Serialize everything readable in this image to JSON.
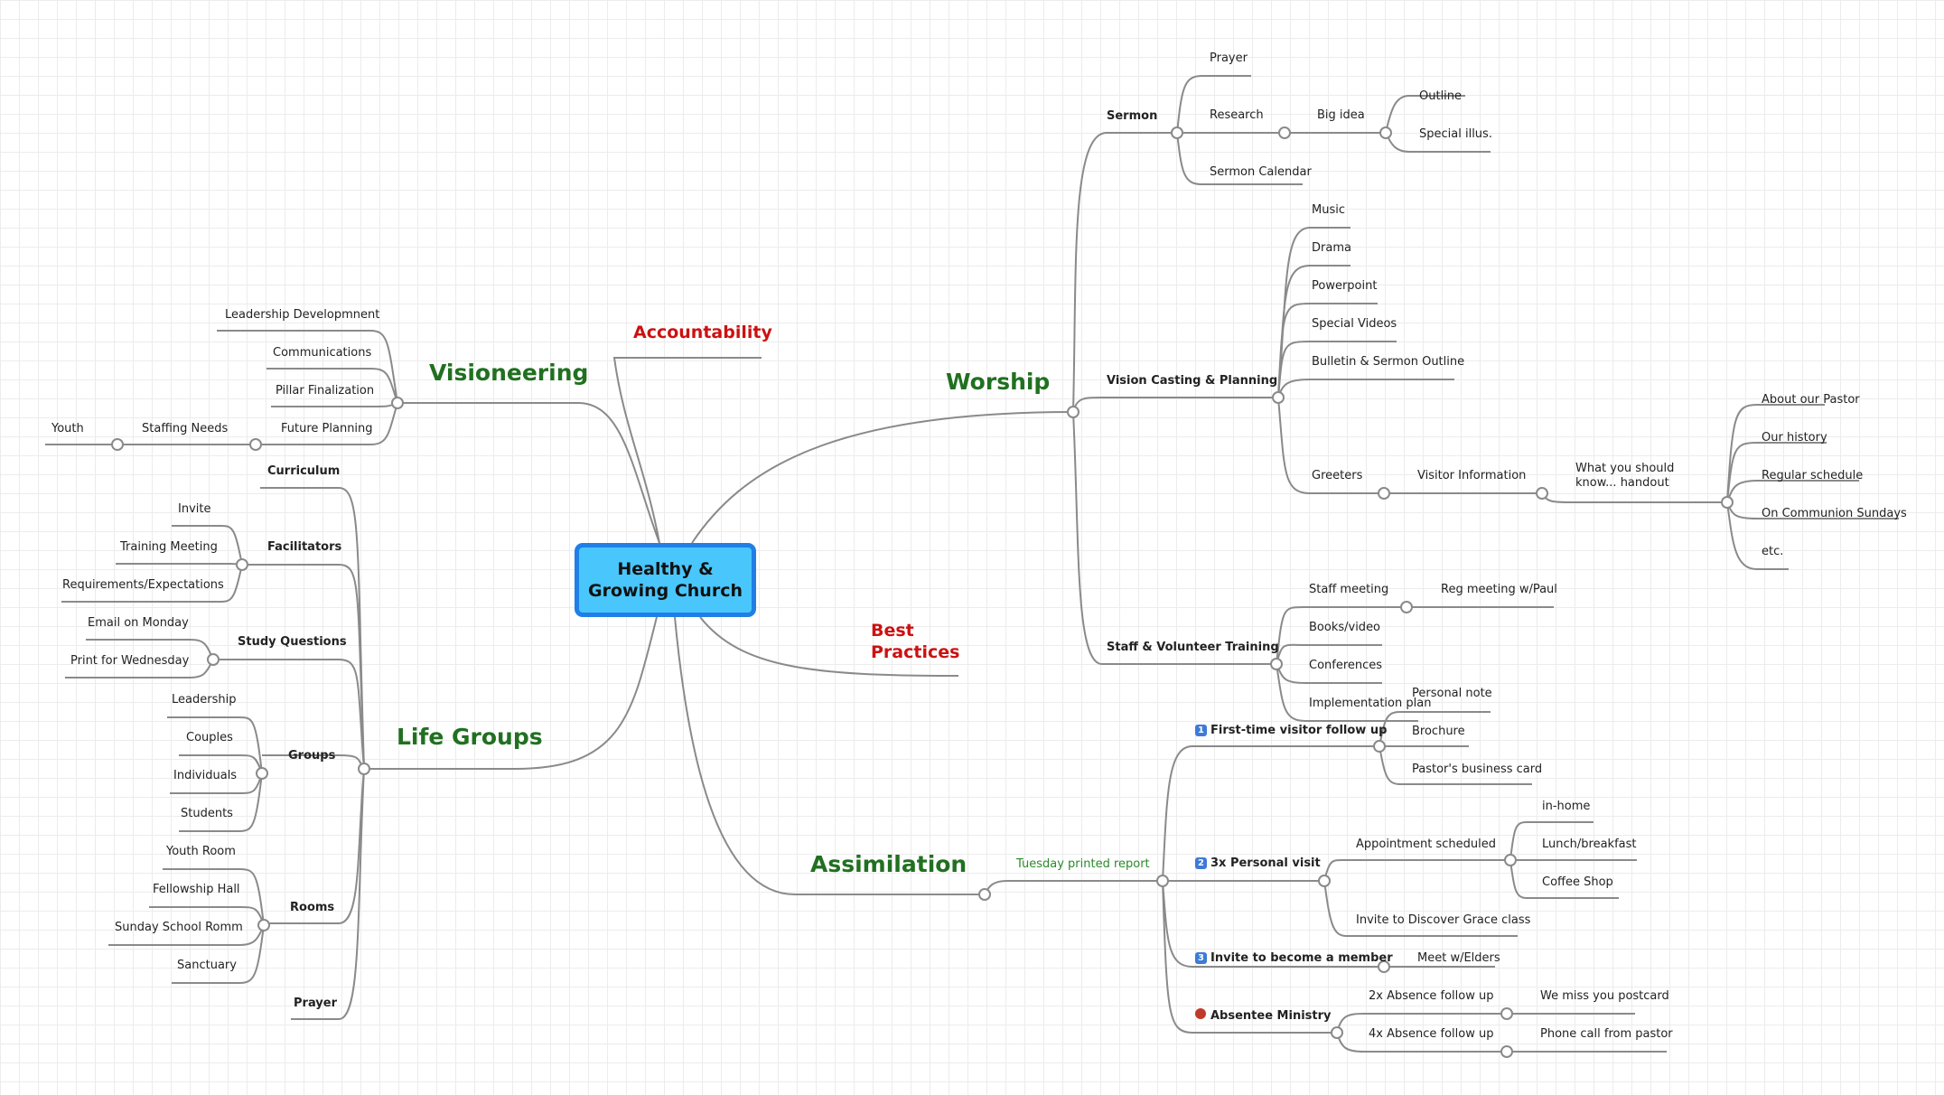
{
  "center": "Healthy & Growing Church",
  "branches": {
    "worship": "Worship",
    "accountability": "Accountability",
    "visioneering": "Visioneering",
    "life_groups": "Life Groups",
    "best_practices": "Best Practices",
    "assimilation": "Assimilation"
  },
  "worship": {
    "sermon": "Sermon",
    "prayer": "Prayer",
    "research": "Research",
    "big_idea": "Big idea",
    "outline": "Outline",
    "special_illus": "Special illus.",
    "sermon_calendar": "Sermon Calendar",
    "vision_casting": "Vision Casting & Planning",
    "music": "Music",
    "drama": "Drama",
    "powerpoint": "Powerpoint",
    "special_videos": "Special Videos",
    "bulletin": "Bulletin & Sermon Outline",
    "greeters": "Greeters",
    "visitor_information": "Visitor Information",
    "what_you_should_know": "What you should know... handout",
    "about_pastor": "About our Pastor",
    "our_history": "Our history",
    "regular_schedule": "Regular schedule",
    "communion": "On Communion Sundays",
    "etc": "etc.",
    "staff_training": "Staff & Volunteer Training",
    "staff_meeting": "Staff meeting",
    "reg_meeting": "Reg meeting w/Paul",
    "books_video": "Books/video",
    "conferences": "Conferences",
    "implementation_plan": "Implementation plan"
  },
  "visioneering": {
    "leadership_development": "Leadership Developmnent",
    "communications": "Communications",
    "pillar_finalization": "Pillar Finalization",
    "future_planning": "Future Planning",
    "staffing_needs": "Staffing Needs",
    "youth": "Youth"
  },
  "life_groups": {
    "curriculum": "Curriculum",
    "facilitators": "Facilitators",
    "invite": "Invite",
    "training_meeting": "Training Meeting",
    "requirements": "Requirements/Expectations",
    "study_questions": "Study Questions",
    "email_monday": "Email on Monday",
    "print_wednesday": "Print for Wednesday",
    "groups": "Groups",
    "leadership": "Leadership",
    "couples": "Couples",
    "individuals": "Individuals",
    "students": "Students",
    "rooms": "Rooms",
    "youth_room": "Youth Room",
    "fellowship_hall": "Fellowship Hall",
    "sunday_school_room": "Sunday School Romm",
    "sanctuary": "Sanctuary",
    "prayer": "Prayer"
  },
  "assimilation": {
    "tuesday_report": "Tuesday printed report",
    "first_time": "First-time visitor follow up",
    "personal_note": "Personal note",
    "brochure": "Brochure",
    "business_card": "Pastor's business card",
    "personal_visit": "3x Personal visit",
    "appointment": "Appointment scheduled",
    "in_home": "in-home",
    "lunch": "Lunch/breakfast",
    "coffee_shop": "Coffee Shop",
    "discover_grace": "Invite to Discover Grace class",
    "become_member": "Invite to become a member",
    "meet_elders": "Meet w/Elders",
    "absentee": "Absentee Ministry",
    "absence_2x": "2x Absence follow up",
    "we_miss_you": "We miss you postcard",
    "absence_4x": "4x Absence follow up",
    "phone_call": "Phone call from pastor"
  },
  "badges": {
    "b1": "1",
    "b2": "2",
    "b3": "3"
  },
  "colors": {
    "branch_green": "#217021",
    "branch_red": "#cc1111",
    "center_fill": "#49c6fb",
    "center_border": "#1f7fe6",
    "line": "#8a8a8a"
  }
}
